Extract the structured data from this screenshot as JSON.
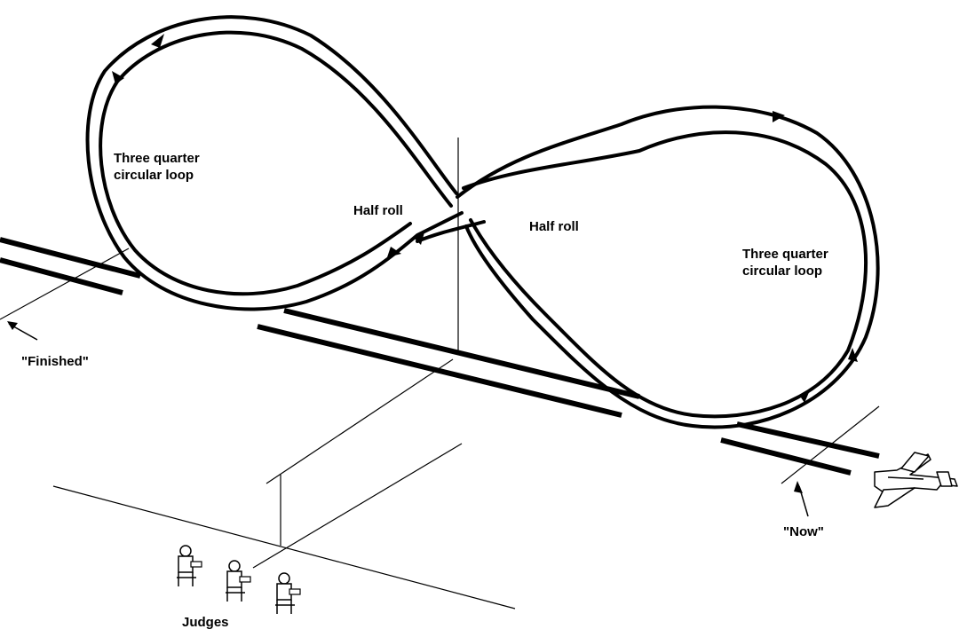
{
  "labels": {
    "loop_left": [
      "Three quarter",
      "circular loop"
    ],
    "loop_right": [
      "Three quarter",
      "circular loop"
    ],
    "half_roll_left": "Half roll",
    "half_roll_right": "Half roll",
    "finished": "\"Finished\"",
    "now": "\"Now\"",
    "judges": "Judges"
  },
  "icons": [
    "airplane-icon",
    "judge-icon",
    "arrow-icon"
  ]
}
